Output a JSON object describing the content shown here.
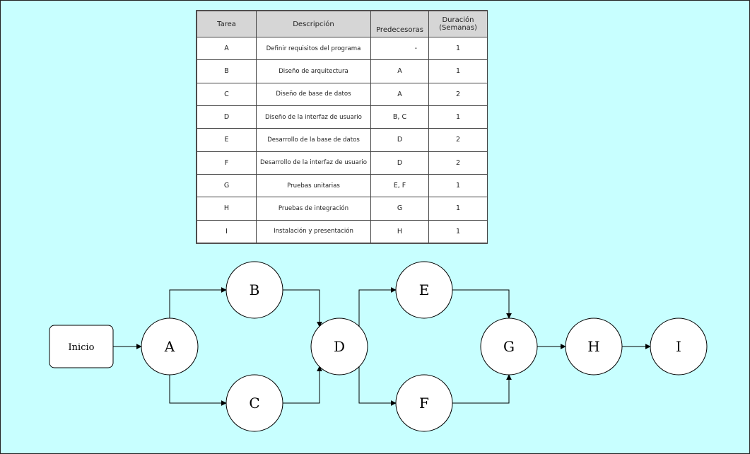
{
  "table": {
    "headers": {
      "task": "Tarea",
      "description": "Descripción",
      "predecessors": "Predecesoras",
      "duration_line1": "Duración",
      "duration_line2": "(Semanas)"
    },
    "rows": [
      {
        "task": "A",
        "description": "Definir requisitos del programa",
        "predecessors": "-",
        "duration": "1"
      },
      {
        "task": "B",
        "description": "Diseño de arquitectura",
        "predecessors": "A",
        "duration": "1"
      },
      {
        "task": "C",
        "description": "Diseño de base de datos",
        "predecessors": "A",
        "duration": "2"
      },
      {
        "task": "D",
        "description": "Diseño de la interfaz de usuario",
        "predecessors": "B, C",
        "duration": "1"
      },
      {
        "task": "E",
        "description": "Desarrollo de la base de datos",
        "predecessors": "D",
        "duration": "2"
      },
      {
        "task": "F",
        "description": "Desarrollo de la interfaz de usuario",
        "predecessors": "D",
        "duration": "2"
      },
      {
        "task": "G",
        "description": "Pruebas unitarias",
        "predecessors": "E, F",
        "duration": "1"
      },
      {
        "task": "H",
        "description": "Pruebas de integración",
        "predecessors": "G",
        "duration": "1"
      },
      {
        "task": "I",
        "description": "Instalación y presentación",
        "predecessors": "H",
        "duration": "1"
      }
    ]
  },
  "diagram": {
    "start_label": "Inicio",
    "nodes": {
      "A": "A",
      "B": "B",
      "C": "C",
      "D": "D",
      "E": "E",
      "F": "F",
      "G": "G",
      "H": "H",
      "I": "I"
    },
    "edges": [
      [
        "Inicio",
        "A"
      ],
      [
        "A",
        "B"
      ],
      [
        "A",
        "C"
      ],
      [
        "B",
        "D"
      ],
      [
        "C",
        "D"
      ],
      [
        "D",
        "E"
      ],
      [
        "D",
        "F"
      ],
      [
        "E",
        "G"
      ],
      [
        "F",
        "G"
      ],
      [
        "G",
        "H"
      ],
      [
        "H",
        "I"
      ]
    ]
  }
}
